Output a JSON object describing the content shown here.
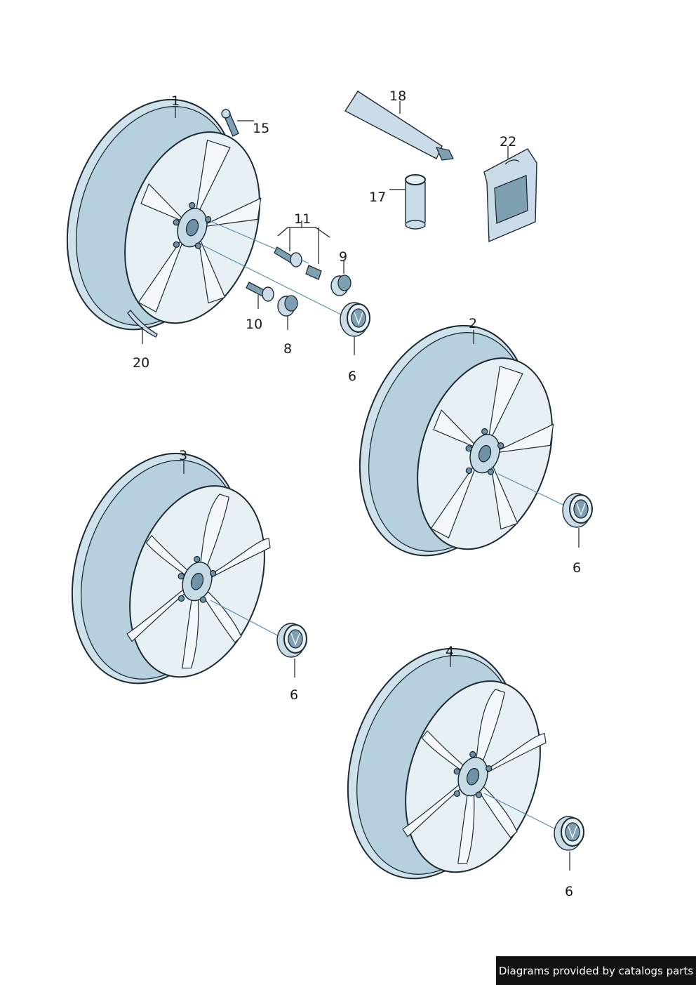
{
  "callouts": {
    "c1": "1",
    "c2": "2",
    "c3": "3",
    "c4": "4",
    "c6a": "6",
    "c6b": "6",
    "c6c": "6",
    "c6d": "6",
    "c8": "8",
    "c9": "9",
    "c10": "10",
    "c11": "11",
    "c15": "15",
    "c17": "17",
    "c18": "18",
    "c20": "20",
    "c22": "22"
  },
  "footer": {
    "text": "Diagrams provided by catalogs parts"
  },
  "colors": {
    "metal_light": "#e6f0f5",
    "metal_mid": "#cfe2ec",
    "metal_dark": "#6e93a8",
    "outline": "#1b2a33",
    "axis_line": "#5a8fb0"
  }
}
